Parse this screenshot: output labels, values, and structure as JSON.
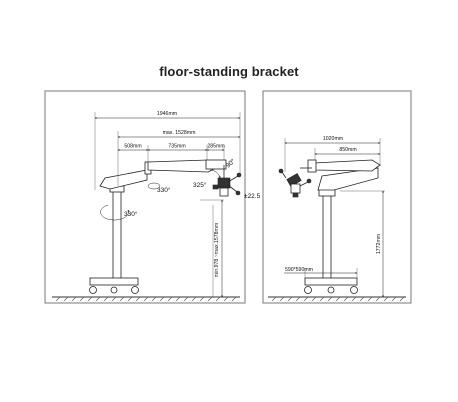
{
  "title": "floor-standing bracket",
  "left_view": {
    "dim_total": "1946mm",
    "dim_max_reach": "max. 1528mm",
    "dim_508": "508mm",
    "dim_735": "735mm",
    "dim_285": "285mm",
    "angle_330_arm": "330°",
    "angle_330_column": "330°",
    "angle_325": "325°",
    "angle_90": "90°",
    "angle_22_5": "±22.5",
    "dim_height_range": "min.978 ~max.1578mm"
  },
  "right_view": {
    "dim_1020": "1020mm",
    "dim_850": "850mm",
    "dim_base": "590*590mm",
    "dim_height": "1772mm"
  }
}
